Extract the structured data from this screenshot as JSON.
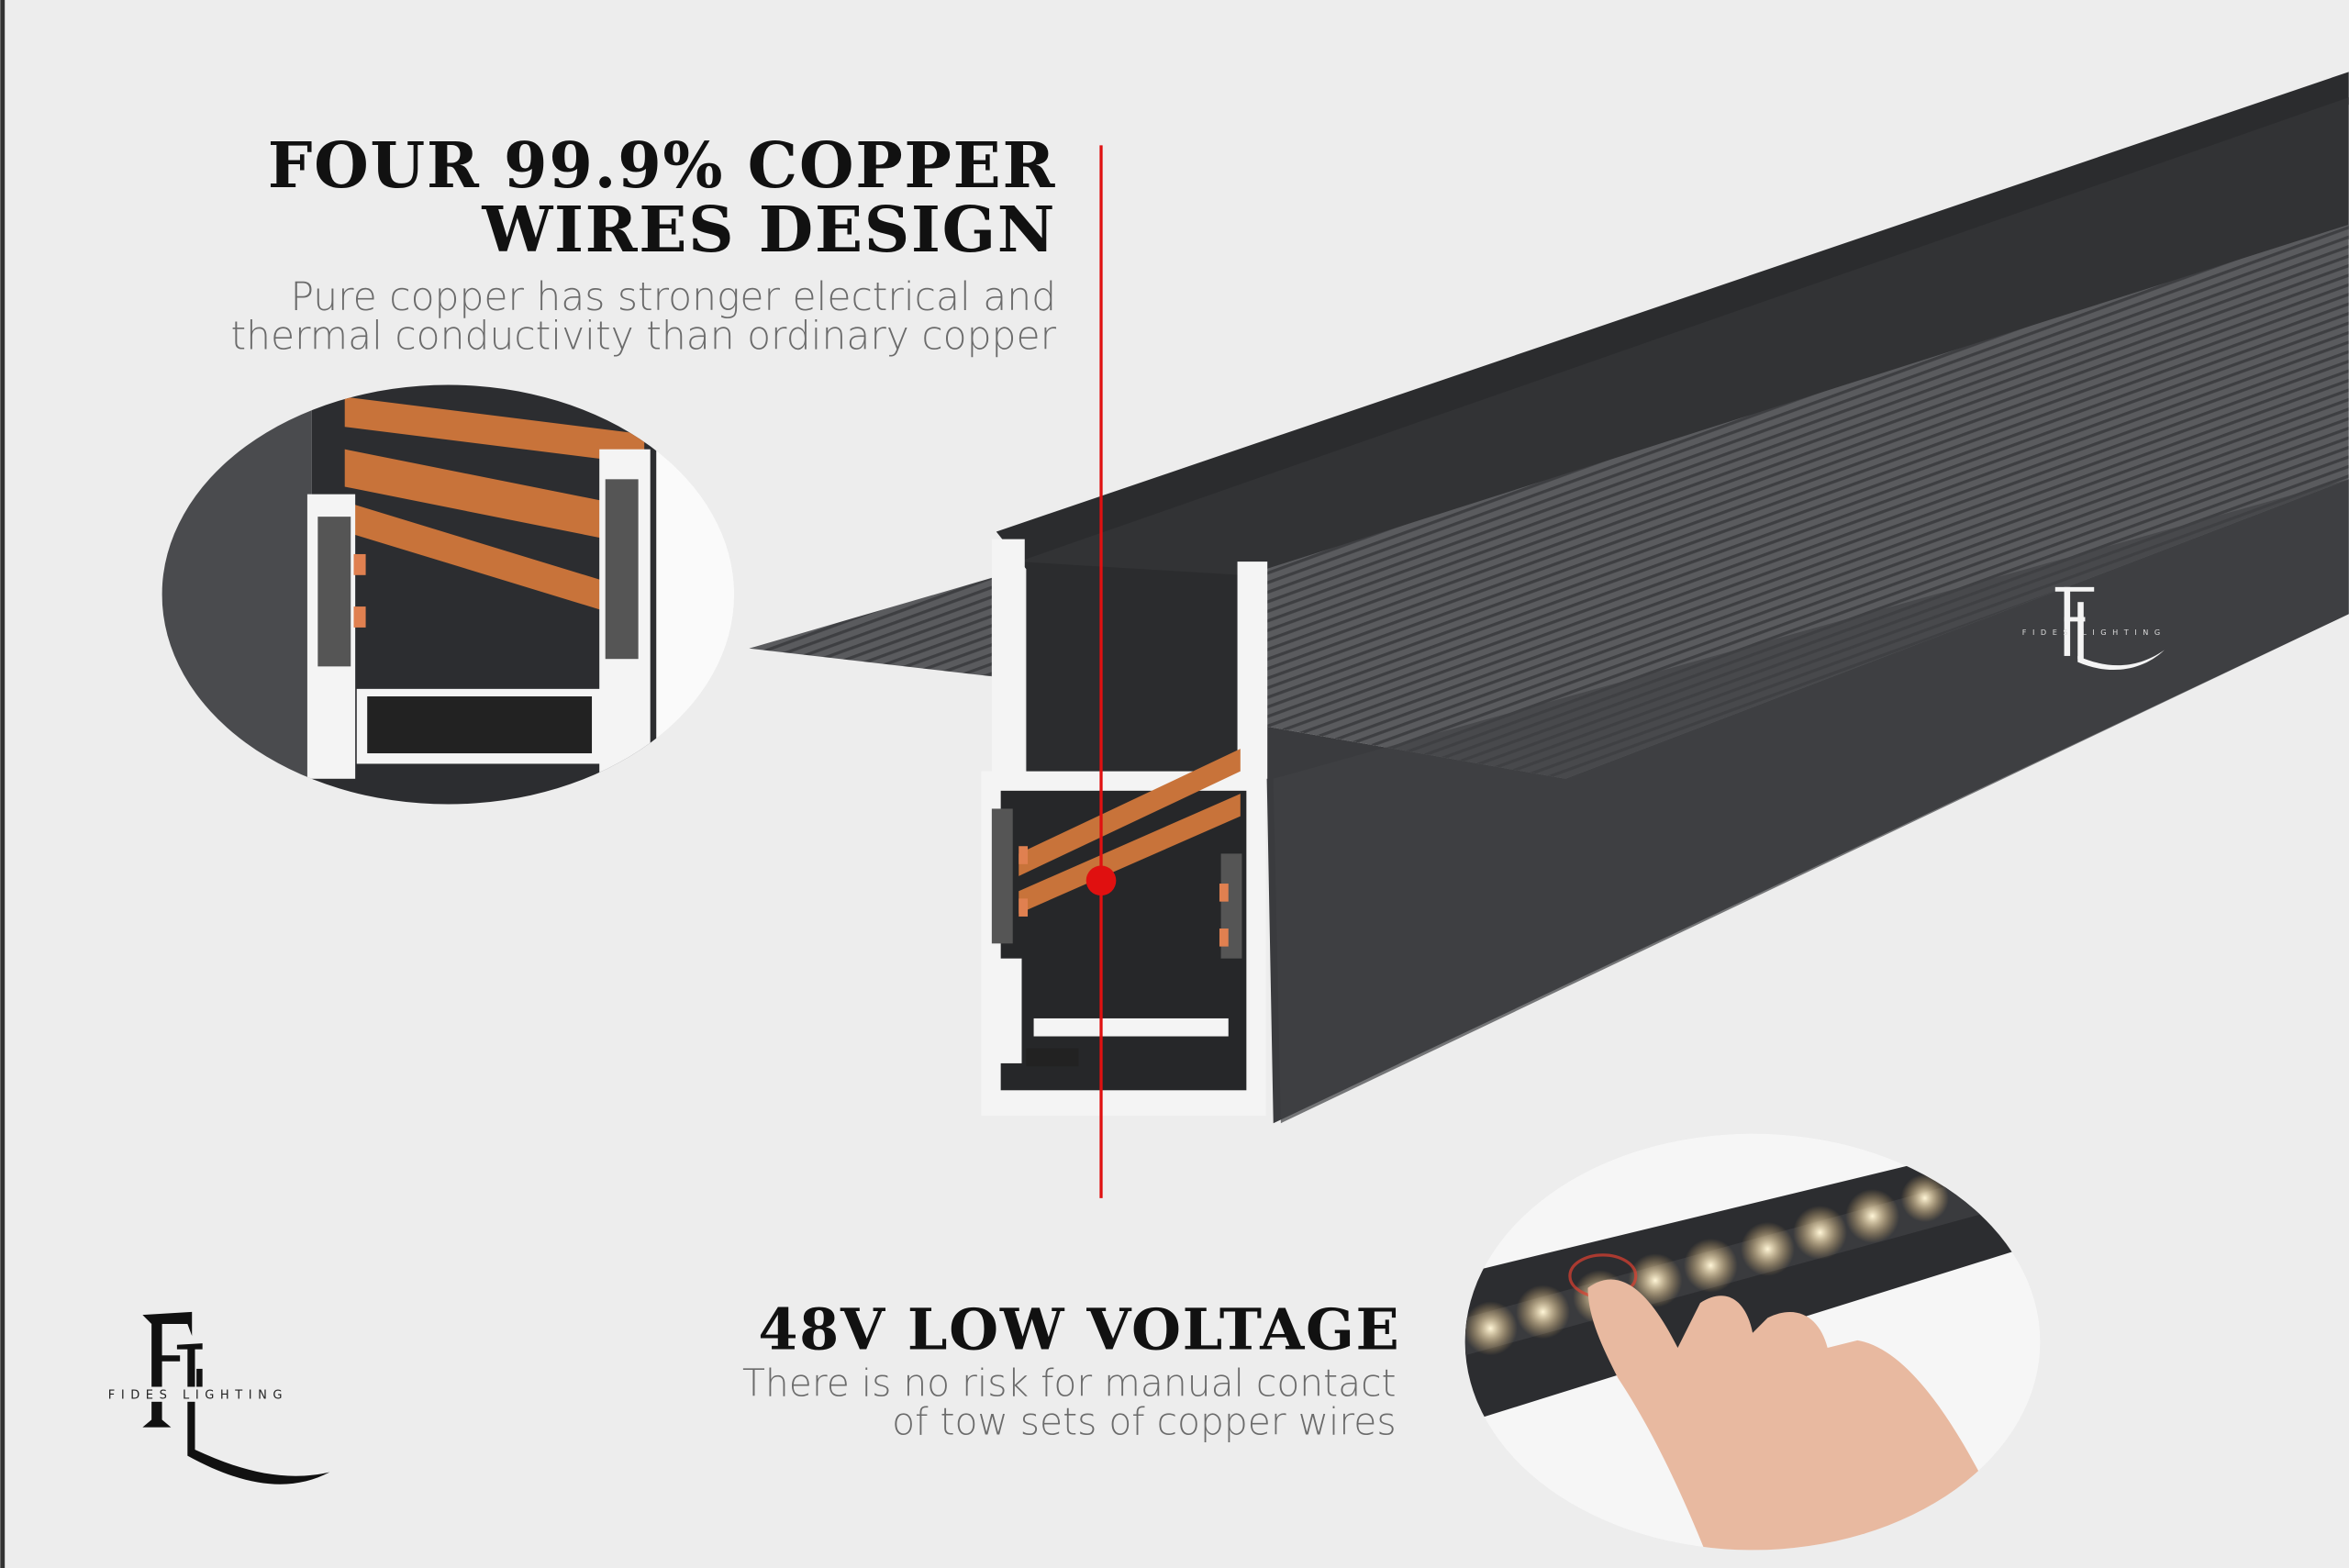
{
  "feature_copper": {
    "title_line1": "FOUR 99.9% COPPER",
    "title_line2": "WIRES DESIGN",
    "desc_line1": "Pure copper has stronger electrical and",
    "desc_line2": "thermal conductivity than ordinary copper"
  },
  "feature_voltage": {
    "title": "48V LOW VOLTAGE",
    "desc_line1": "There is no risk for manual contact",
    "desc_line2": "of tow sets of copper wires"
  },
  "brand": {
    "monogram": "FL",
    "name": "FIDES LIGHTING"
  },
  "colors": {
    "background": "#ededed",
    "rail": "#3a3b3e",
    "copper": "#c8733a",
    "marker": "#e01010"
  }
}
